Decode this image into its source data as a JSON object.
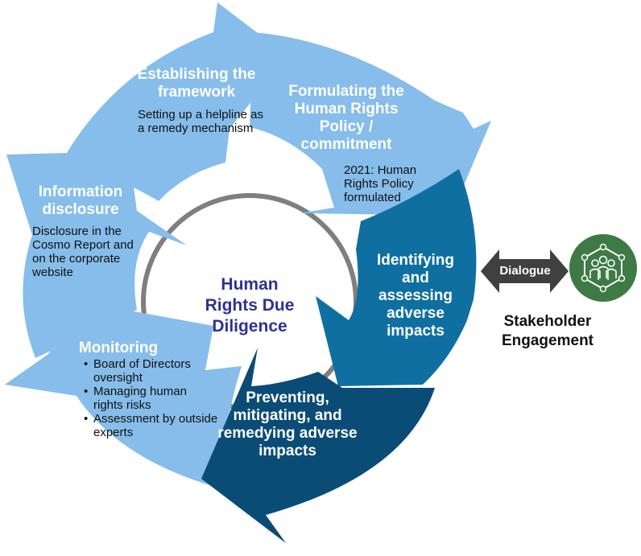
{
  "colors": {
    "light_blue": "#86bdea",
    "teal_blue": "#0f6fa1",
    "dark_blue": "#0b4c77",
    "ring_gray": "#7f7f7f",
    "center_text": "#2e3192",
    "dialogue_gray": "#404040",
    "stakeholder_green": "#3e7a46"
  },
  "center": {
    "title": "Human Rights Due Diligence"
  },
  "steps": [
    {
      "title": "Establishing the framework",
      "desc": "Setting up a helpline as a remedy mechanism"
    },
    {
      "title": "Formulating the Human Rights Policy / commitment",
      "desc": "2021: Human Rights Policy formulated"
    },
    {
      "title": "Identifying and assessing adverse impacts"
    },
    {
      "title": "Preventing, mitigating, and remedying adverse impacts"
    },
    {
      "title": "Monitoring",
      "bullets": [
        "Board of Directors oversight",
        "Managing human rights risks",
        "Assessment by outside experts"
      ]
    },
    {
      "title": "Information disclosure",
      "desc": "Disclosure in the Cosmo Report and on the corporate website"
    }
  ],
  "dialogue": {
    "label": "Dialogue"
  },
  "stakeholder": {
    "label": "Stakeholder Engagement",
    "icon": "people-group-icon"
  }
}
